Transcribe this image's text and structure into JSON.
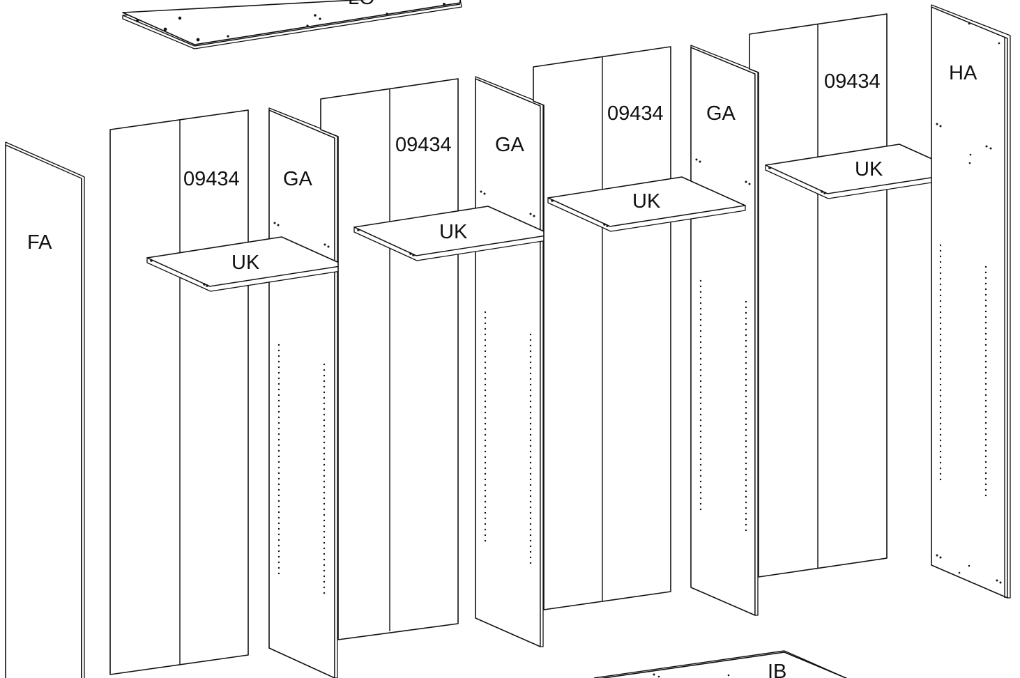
{
  "diagram": {
    "labels": {
      "top_panel": "LO",
      "left_side_panel": "FA",
      "back_panel": "09434",
      "divider_panel": "GA",
      "shelf": "UK",
      "right_side_panel": "HA",
      "bottom_panel": "IB"
    }
  }
}
